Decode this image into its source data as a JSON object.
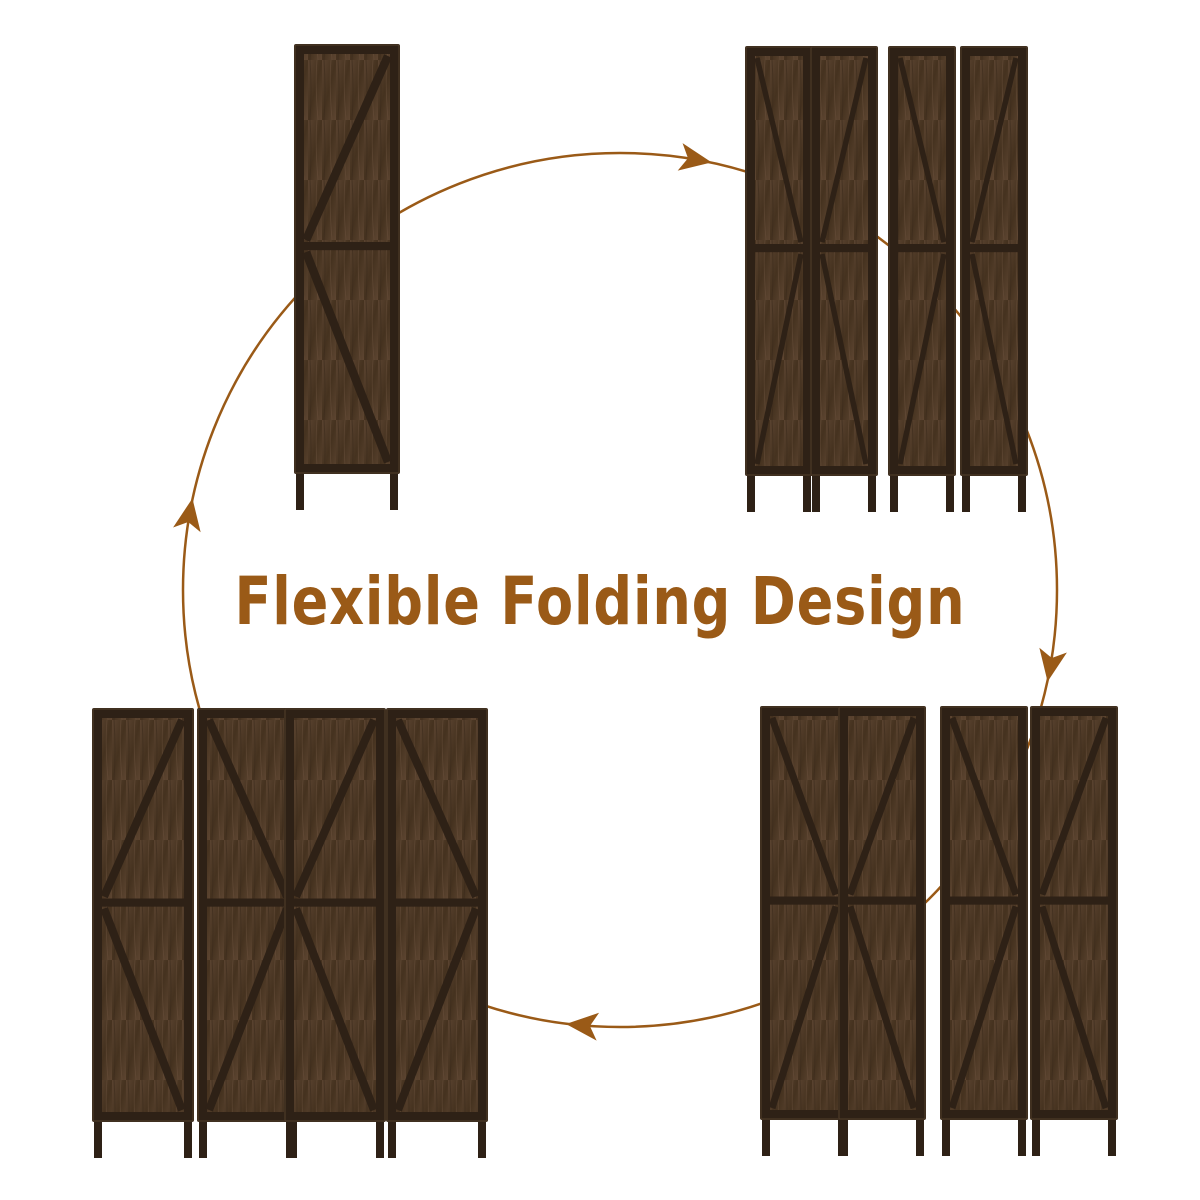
{
  "headline": "Flexible Folding Design",
  "colors": {
    "accent": "#9a5a17",
    "wood_dark": "#2e2116",
    "wood_mid": "#4f3a27",
    "wood_light": "#6b513a",
    "background": "#ffffff"
  },
  "configurations": [
    {
      "name": "folded",
      "panels": 1
    },
    {
      "name": "zigzag-narrow",
      "panels": 4
    },
    {
      "name": "zigzag-wide",
      "panels": 4
    },
    {
      "name": "flat-open",
      "panels": 4
    }
  ],
  "icons": {
    "cycle": "circular-arrow-icon"
  }
}
